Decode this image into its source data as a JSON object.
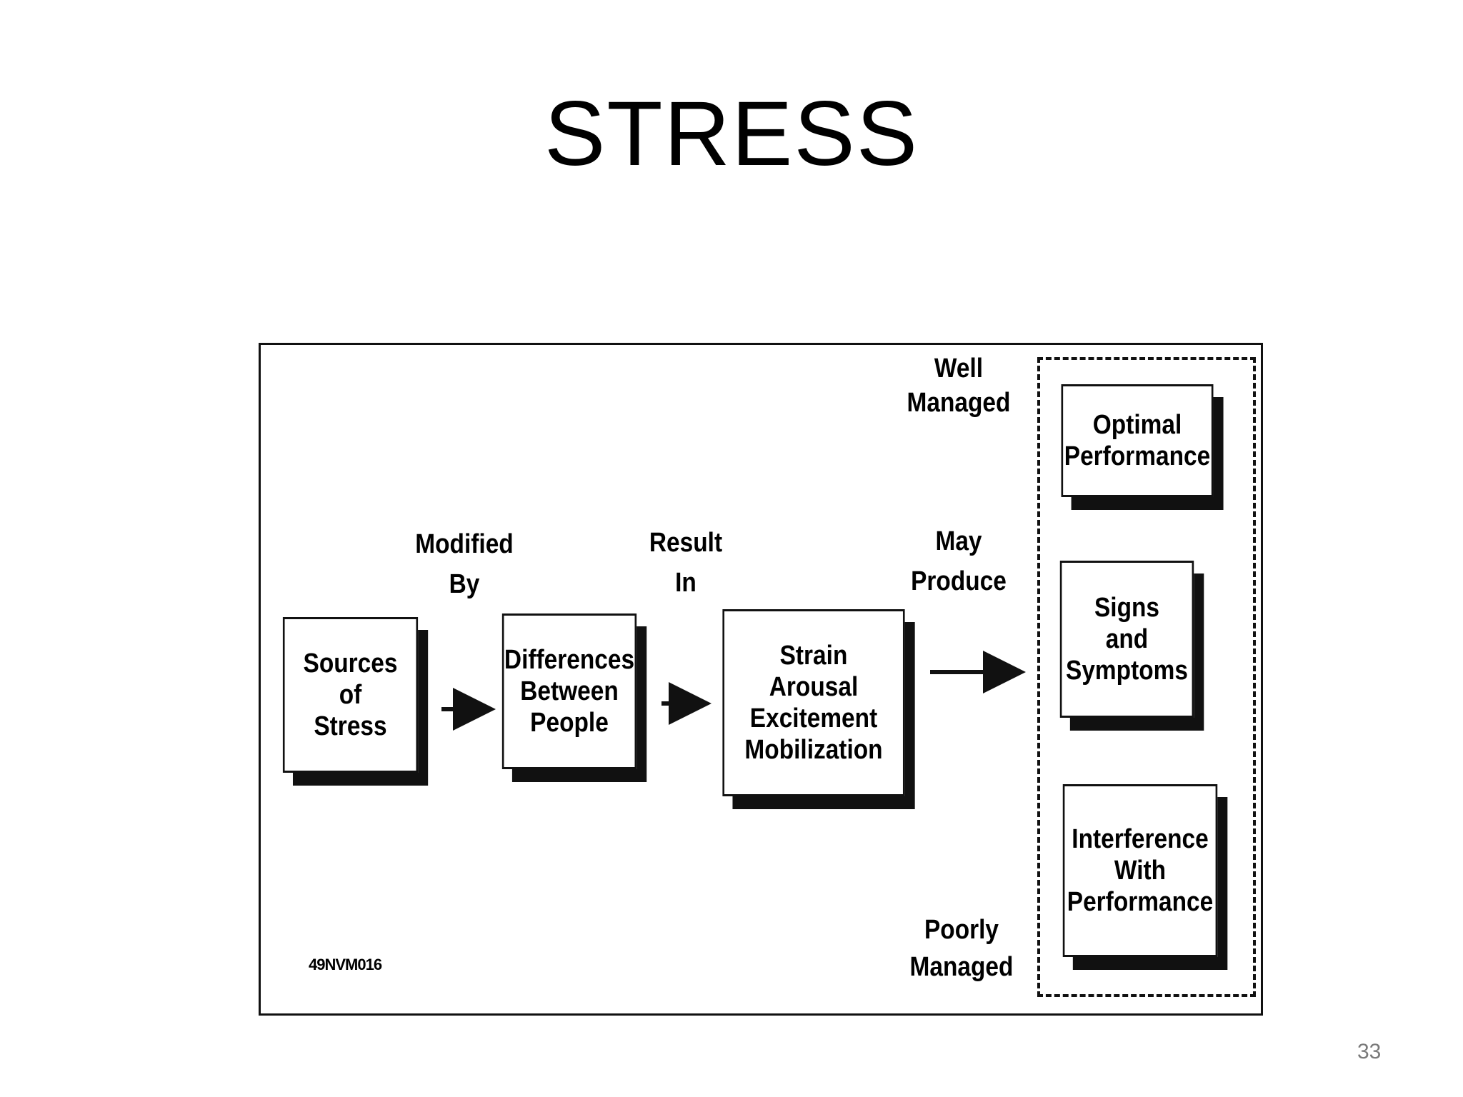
{
  "slide": {
    "title": "STRESS",
    "page_number": "33"
  },
  "diagram": {
    "nodes": {
      "sources": [
        "Sources",
        "of",
        "Stress"
      ],
      "differences": [
        "Differences",
        "Between",
        "People"
      ],
      "strain": [
        "Strain",
        "Arousal",
        "Excitement",
        "Mobilization"
      ],
      "optimal": [
        "Optimal",
        "Performance"
      ],
      "signs": [
        "Signs",
        "and",
        "Symptoms"
      ],
      "interference": [
        "Interference",
        "With",
        "Performance"
      ]
    },
    "labels": {
      "modified_by": [
        "Modified",
        "By"
      ],
      "result_in": [
        "Result",
        "In"
      ],
      "may_produce": [
        "May",
        "Produce"
      ],
      "well_managed": [
        "Well",
        "Managed"
      ],
      "poorly_managed": [
        "Poorly",
        "Managed"
      ]
    },
    "figure_code": "49NVM016"
  }
}
